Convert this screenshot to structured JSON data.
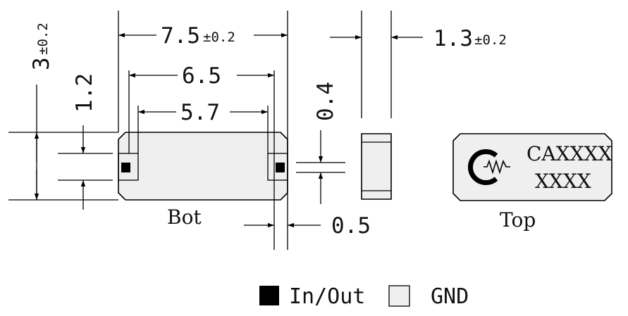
{
  "dimensions": {
    "length": {
      "value": "7.5",
      "tol": "±0.2"
    },
    "pad_outer": "6.5",
    "pad_inner": "5.7",
    "width": {
      "value": "3",
      "tol": "±0.2"
    },
    "pad_width": "1.2",
    "height": {
      "value": "1.3",
      "tol": "±0.2"
    },
    "pad_thickness": "0.4",
    "pad_offset": "0.5"
  },
  "views": {
    "bottom_label": "Bot",
    "top_label": "Top"
  },
  "marking": {
    "line1": "CAXXXX",
    "line2": "XXXX"
  },
  "legend": {
    "in_out": "In/Out",
    "gnd": "GND"
  },
  "colors": {
    "body_fill": "#efefef",
    "pad_fill": "#000000"
  }
}
